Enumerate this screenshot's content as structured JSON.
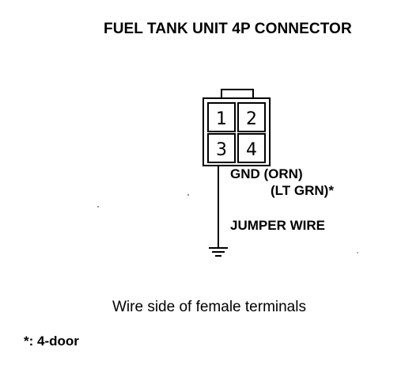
{
  "title": "FUEL TANK UNIT 4P CONNECTOR",
  "connector": {
    "pins": [
      "1",
      "2",
      "3",
      "4"
    ]
  },
  "wire": {
    "label_line1": "GND (ORN)",
    "label_line2": "(LT GRN)*",
    "jumper_label": "JUMPER WIRE"
  },
  "caption": "Wire side of female terminals",
  "footnote": "*: 4-door",
  "colors": {
    "ink": "#000000",
    "background": "#ffffff"
  }
}
